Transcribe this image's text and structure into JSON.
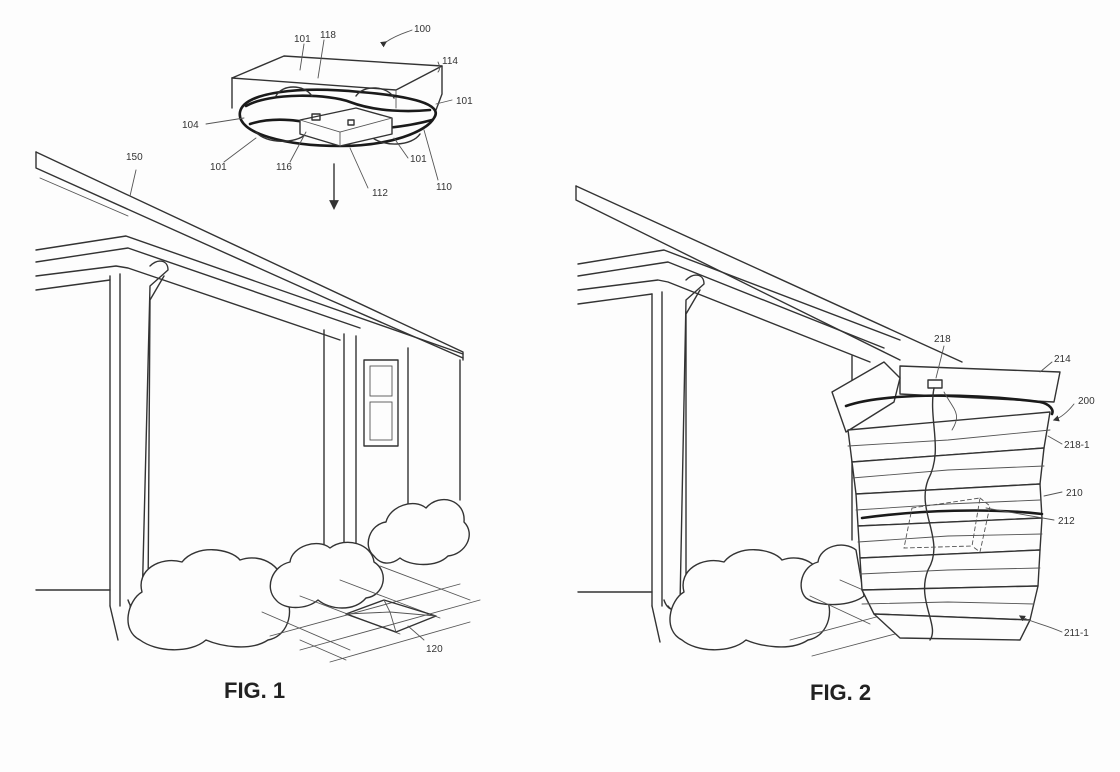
{
  "figures": [
    {
      "caption": "FIG. 1",
      "refs": {
        "r100": "100",
        "r101a": "101",
        "r118a": "118",
        "r114": "114",
        "r101b": "101",
        "r104": "104",
        "r101c": "101",
        "r116": "116",
        "r112": "112",
        "r101d": "101",
        "r110": "110",
        "r150": "150",
        "r120": "120"
      }
    },
    {
      "caption": "FIG. 2",
      "refs": {
        "r218": "218",
        "r214": "214",
        "r200": "200",
        "r2181": "218-1",
        "r210": "210",
        "r212": "212",
        "r2111": "211-1"
      }
    }
  ]
}
